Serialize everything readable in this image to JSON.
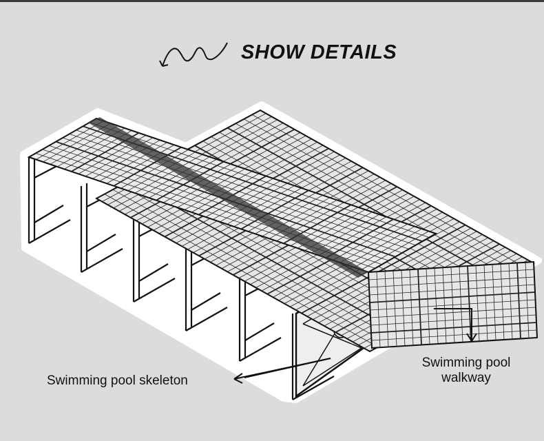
{
  "header": {
    "title": "SHOW DETAILS",
    "icon": "squiggle-arrow-icon"
  },
  "labels": {
    "skeleton": "Swimming pool skeleton",
    "walkway_line1": "Swimming pool",
    "walkway_line2": "walkway"
  },
  "colors": {
    "background": "#dcdcdc",
    "line": "#111111",
    "outline": "#ffffff"
  }
}
